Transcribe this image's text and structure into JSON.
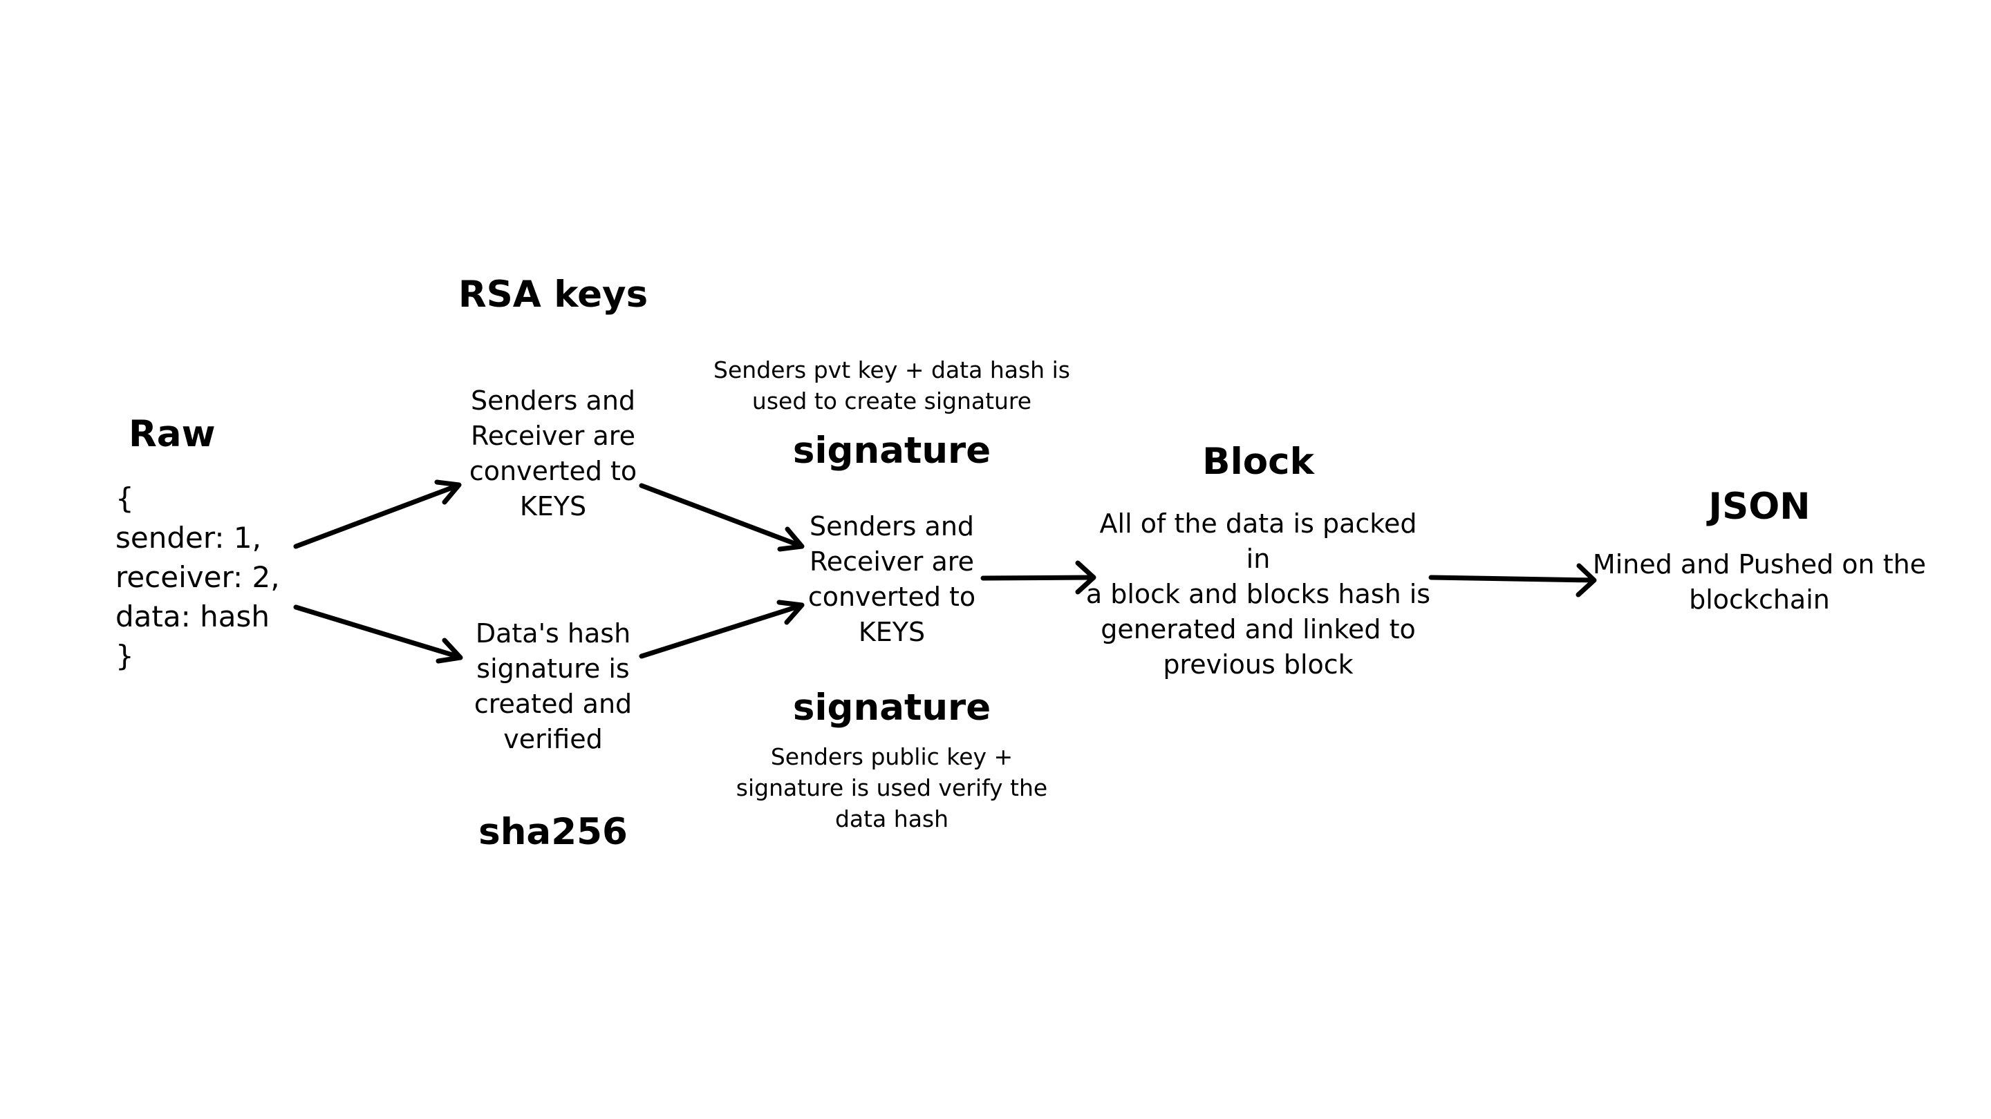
{
  "colors": {
    "background": "#ffffff",
    "ink": "#000000"
  },
  "raw": {
    "heading": "Raw",
    "code": "{\nsender: 1,\nreceiver: 2,\ndata: hash\n}"
  },
  "rsa": {
    "heading": "RSA keys",
    "text": "Senders and\nReceiver are\nconverted to\nKEYS"
  },
  "sha": {
    "heading": "sha256",
    "text": "Data's hash\nsignature is\ncreated and\nverified"
  },
  "signature_top": {
    "note": "Senders pvt key + data hash is\nused to create signature",
    "heading": "signature"
  },
  "center": {
    "text": "Senders and\nReceiver are\nconverted to\nKEYS"
  },
  "signature_bottom": {
    "heading": "signature",
    "note": "Senders public key +\nsignature is used verify the\ndata hash"
  },
  "block": {
    "heading": "Block",
    "text": "All of the data is packed in\na block and blocks hash is\ngenerated and linked to\nprevious block"
  },
  "json_node": {
    "heading": "JSON",
    "text": "Mined and Pushed on the\nblockchain"
  }
}
